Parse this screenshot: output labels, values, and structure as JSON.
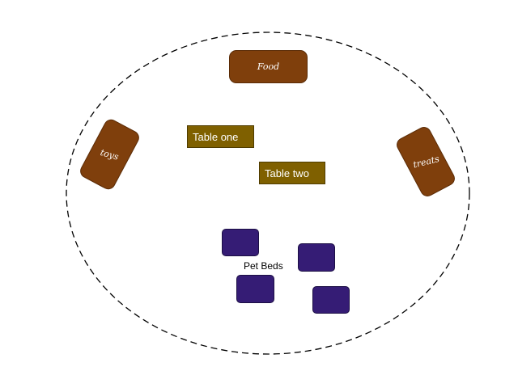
{
  "diagram": {
    "boundary_style": "dashed-ellipse",
    "colors": {
      "brown_box": "#7f3f0c",
      "table_box": "#7f6000",
      "bed_box": "#351c75",
      "outline": "#000000"
    },
    "stations": {
      "food": {
        "label": "Food"
      },
      "toys": {
        "label": "toys"
      },
      "treats": {
        "label": "treats"
      }
    },
    "tables": {
      "one": {
        "label": "Table one"
      },
      "two": {
        "label": "Table two"
      }
    },
    "beds": {
      "label": "Pet Beds",
      "count": 4
    }
  }
}
